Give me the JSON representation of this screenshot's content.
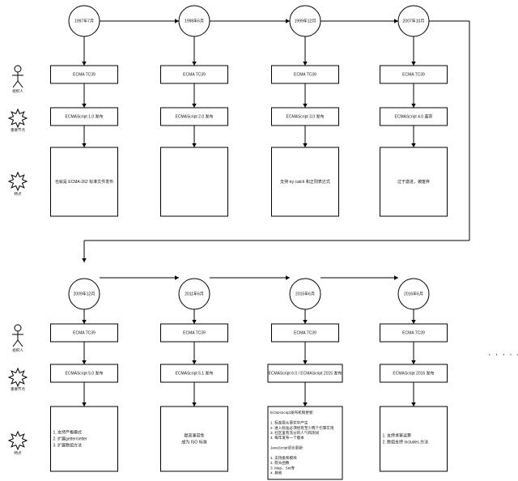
{
  "row_labels": {
    "organizer": "组织人",
    "milestone": "重要节点",
    "feature": "特点"
  },
  "rows": [
    {
      "events": [
        {
          "date": "1997年7月",
          "organizer": "ECMA TC39",
          "release": "ECMAScript 1.0 发布",
          "features": [
            "也就是 ECMA-262 标准文件发布"
          ]
        },
        {
          "date": "1998年6月",
          "organizer": "ECMA TC39",
          "release": "ECMAScript 2.0 发布",
          "features": []
        },
        {
          "date": "1999年12月",
          "organizer": "ECMA TC39",
          "release": "ECMAScript 3.0 发布",
          "features": [
            "支持 try catch 和正则表达式"
          ]
        },
        {
          "date": "2007年10月",
          "organizer": "ECMA TC39",
          "release": "ECMAScript 4.0 废弃",
          "features": [
            "过于激进，被废弃"
          ]
        }
      ]
    },
    {
      "events": [
        {
          "date": "2009年12月",
          "organizer": "ECMA TC39",
          "release": "ECMAScript 5.0 发布",
          "features": [
            "1. 支持严格模式",
            "2. 扩展getter/setter",
            "3. 扩展数组方法"
          ]
        },
        {
          "date": "2011年6月",
          "organizer": "ECMA TC39",
          "release": "ECMAScript 5.1 发布",
          "features": [
            "提高兼容性",
            "成为 ISO 标准"
          ]
        },
        {
          "date": "2015年6月",
          "organizer": "ECMA TC39",
          "release": "ECMAScript 6.0 / ECMAScript 2015 发布",
          "features": [
            "ECMAScript发布机制更新:",
            "",
            "1. 标准要从事实中产生",
            "2. 进入标准必须经有至少两个引擎实现",
            "3. 社区里有充分的人气和测试",
            "4. 每年发布一个版本",
            "",
            "JavaScript语言更新:",
            "",
            "1. 支持类和模块",
            "2. 箭头函数",
            "3. Map、Set等",
            "4. 其他"
          ]
        },
        {
          "date": "2016年6月",
          "organizer": "ECMA TC39",
          "release": "ECMAScript 2016 发布",
          "features": [
            "1. 支持求幂运算",
            "2. 数组支持 includes 方法"
          ]
        }
      ]
    }
  ],
  "continuation": "· · · · ·",
  "icons": {
    "organizer": "actor-icon",
    "milestone": "star-icon",
    "feature": "star-icon"
  },
  "colors": {
    "stroke": "#000000",
    "background": "#ffffff",
    "text": "#111111"
  }
}
